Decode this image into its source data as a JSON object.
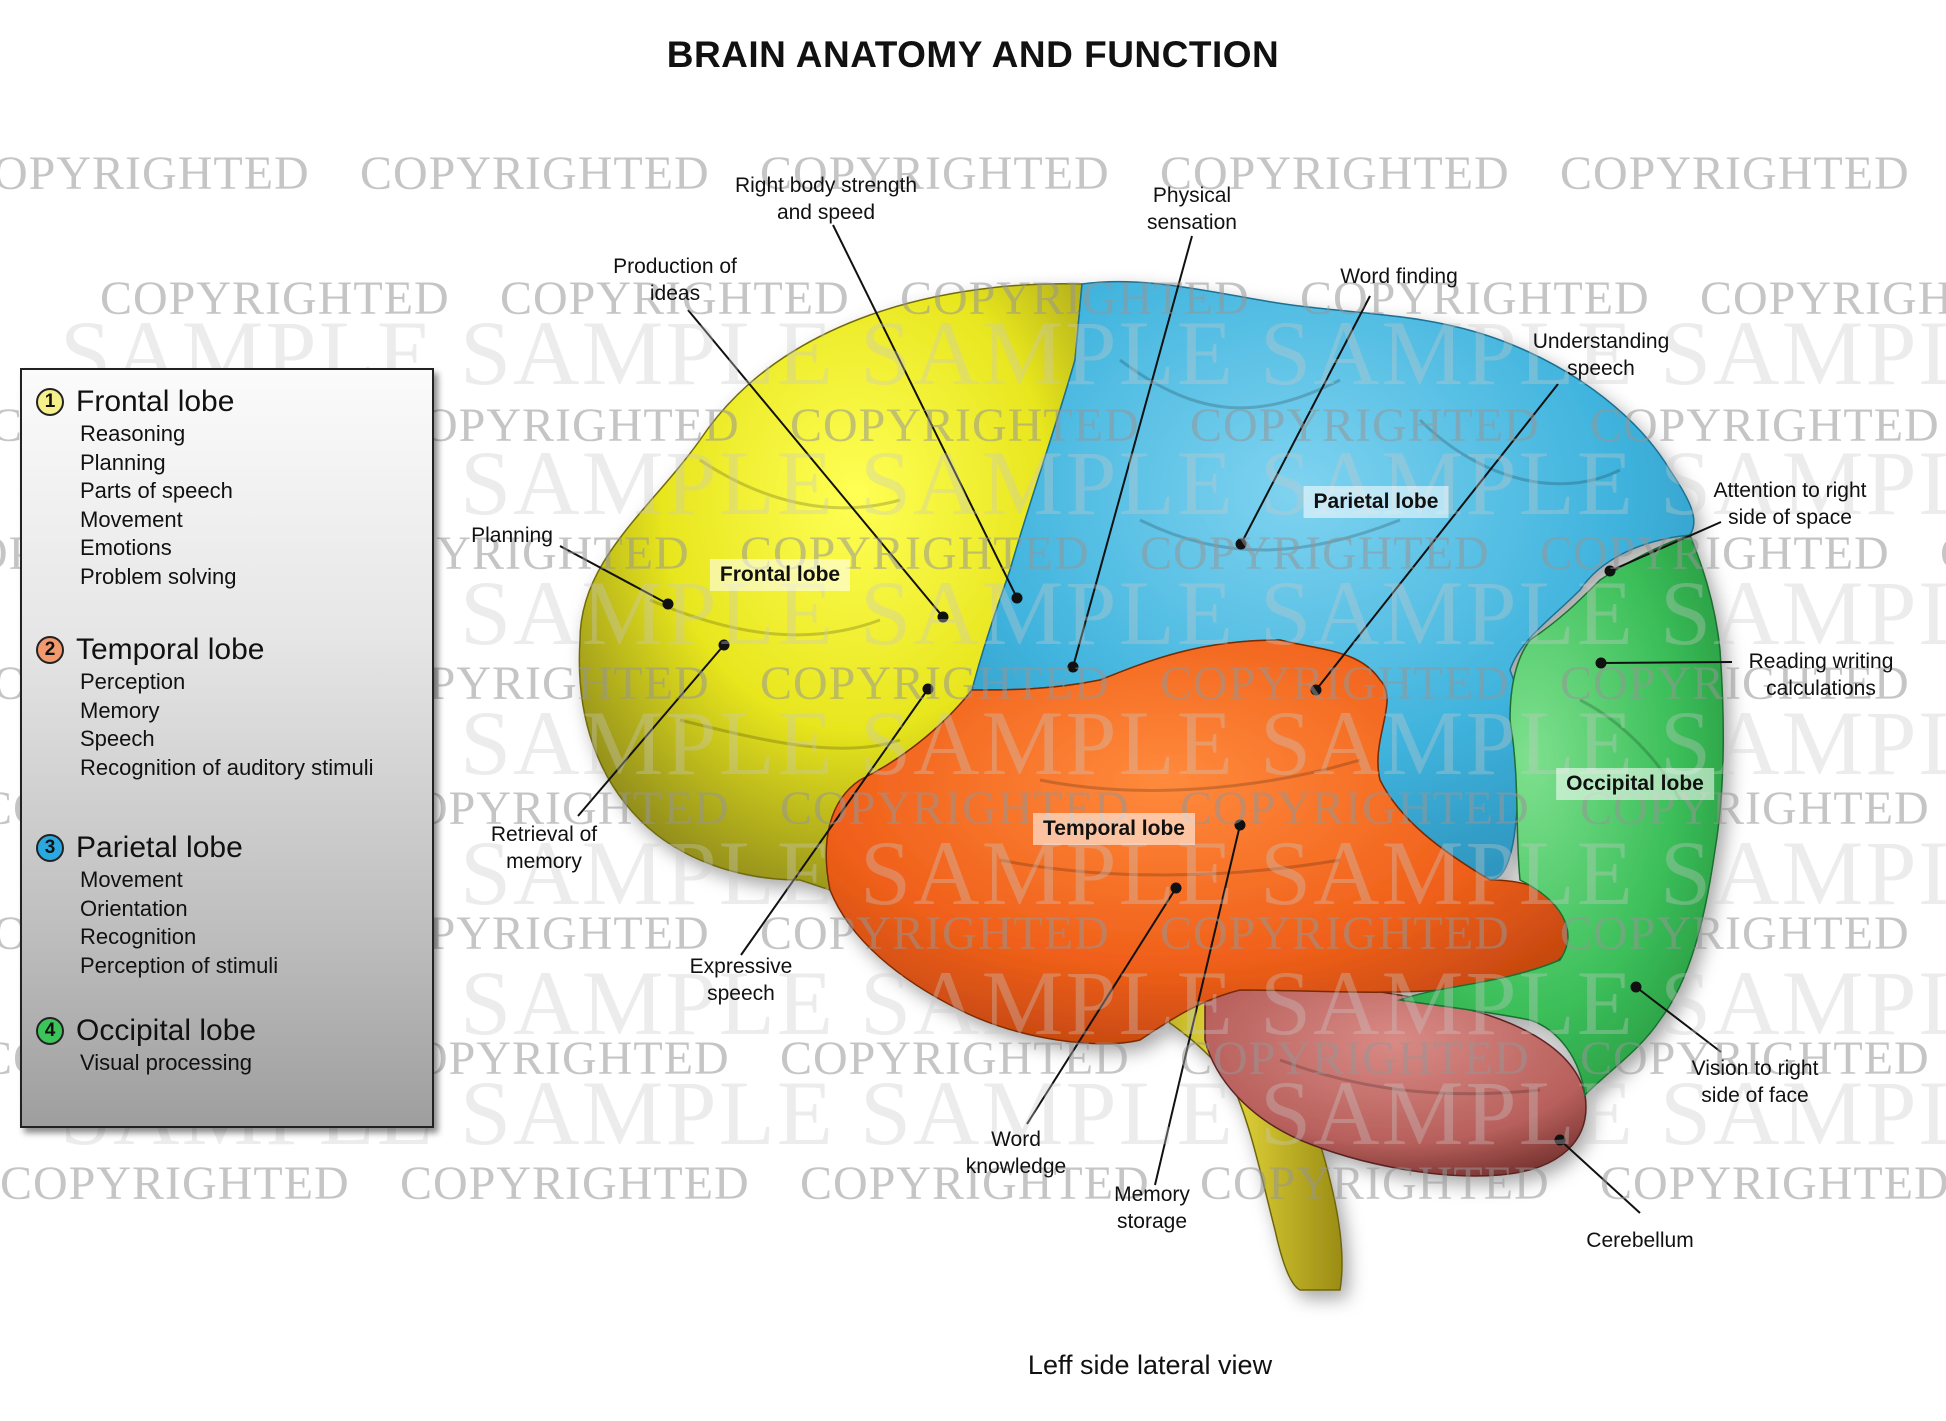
{
  "title": "BRAIN ANATOMY AND FUNCTION",
  "caption": "Leff side lateral view",
  "watermark": {
    "copyright_text": "COPYRIGHTED",
    "sample_text": "SAMPLE"
  },
  "legend": {
    "groups": [
      {
        "number": "1",
        "title": "Frontal lobe",
        "color": "#f5f08a",
        "items": [
          "Reasoning",
          "Planning",
          "Parts of speech",
          "Movement",
          "Emotions",
          "Problem solving"
        ]
      },
      {
        "number": "2",
        "title": "Temporal lobe",
        "color": "#f29a6e",
        "items": [
          "Perception",
          "Memory",
          "Speech",
          "Recognition of auditory stimuli"
        ]
      },
      {
        "number": "3",
        "title": "Parietal lobe",
        "color": "#2aa9e0",
        "items": [
          "Movement",
          "Orientation",
          "Recognition",
          "Perception of stimuli"
        ]
      },
      {
        "number": "4",
        "title": "Occipital lobe",
        "color": "#3cc45a",
        "items": [
          "Visual processing"
        ]
      }
    ]
  },
  "regions": {
    "frontal": {
      "label": "Frontal lobe",
      "color": "#e8e61e"
    },
    "parietal": {
      "label": "Parietal lobe",
      "color": "#3fb3dd"
    },
    "temporal": {
      "label": "Temporal lobe",
      "color": "#f0601a"
    },
    "occipital": {
      "label": "Occipital lobe",
      "color": "#3cbf5a"
    },
    "cerebellum": {
      "label": "Cerebellum",
      "color": "#c06a66"
    },
    "brainstem": {
      "color": "#c9b829"
    }
  },
  "callouts": [
    {
      "id": "right-body-strength",
      "lines": [
        "Right body strength",
        "and speed"
      ]
    },
    {
      "id": "production-of-ideas",
      "lines": [
        "Production of",
        "ideas"
      ]
    },
    {
      "id": "physical-sensation",
      "lines": [
        "Physical",
        "sensation"
      ]
    },
    {
      "id": "word-finding",
      "lines": [
        "Word finding"
      ]
    },
    {
      "id": "understanding-speech",
      "lines": [
        "Understanding",
        "speech"
      ]
    },
    {
      "id": "attention-right-space",
      "lines": [
        "Attention to right",
        "side of space"
      ]
    },
    {
      "id": "reading-writing",
      "lines": [
        "Reading writing",
        "calculations"
      ]
    },
    {
      "id": "planning",
      "lines": [
        "Planning"
      ]
    },
    {
      "id": "retrieval-of-memory",
      "lines": [
        "Retrieval of",
        "memory"
      ]
    },
    {
      "id": "expressive-speech",
      "lines": [
        "Expressive",
        "speech"
      ]
    },
    {
      "id": "word-knowledge",
      "lines": [
        "Word",
        "knowledge"
      ]
    },
    {
      "id": "memory-storage",
      "lines": [
        "Memory",
        "storage"
      ]
    },
    {
      "id": "vision-right-face",
      "lines": [
        "Vision to right",
        "side of face"
      ]
    },
    {
      "id": "cerebellum",
      "lines": [
        "Cerebellum"
      ]
    }
  ]
}
